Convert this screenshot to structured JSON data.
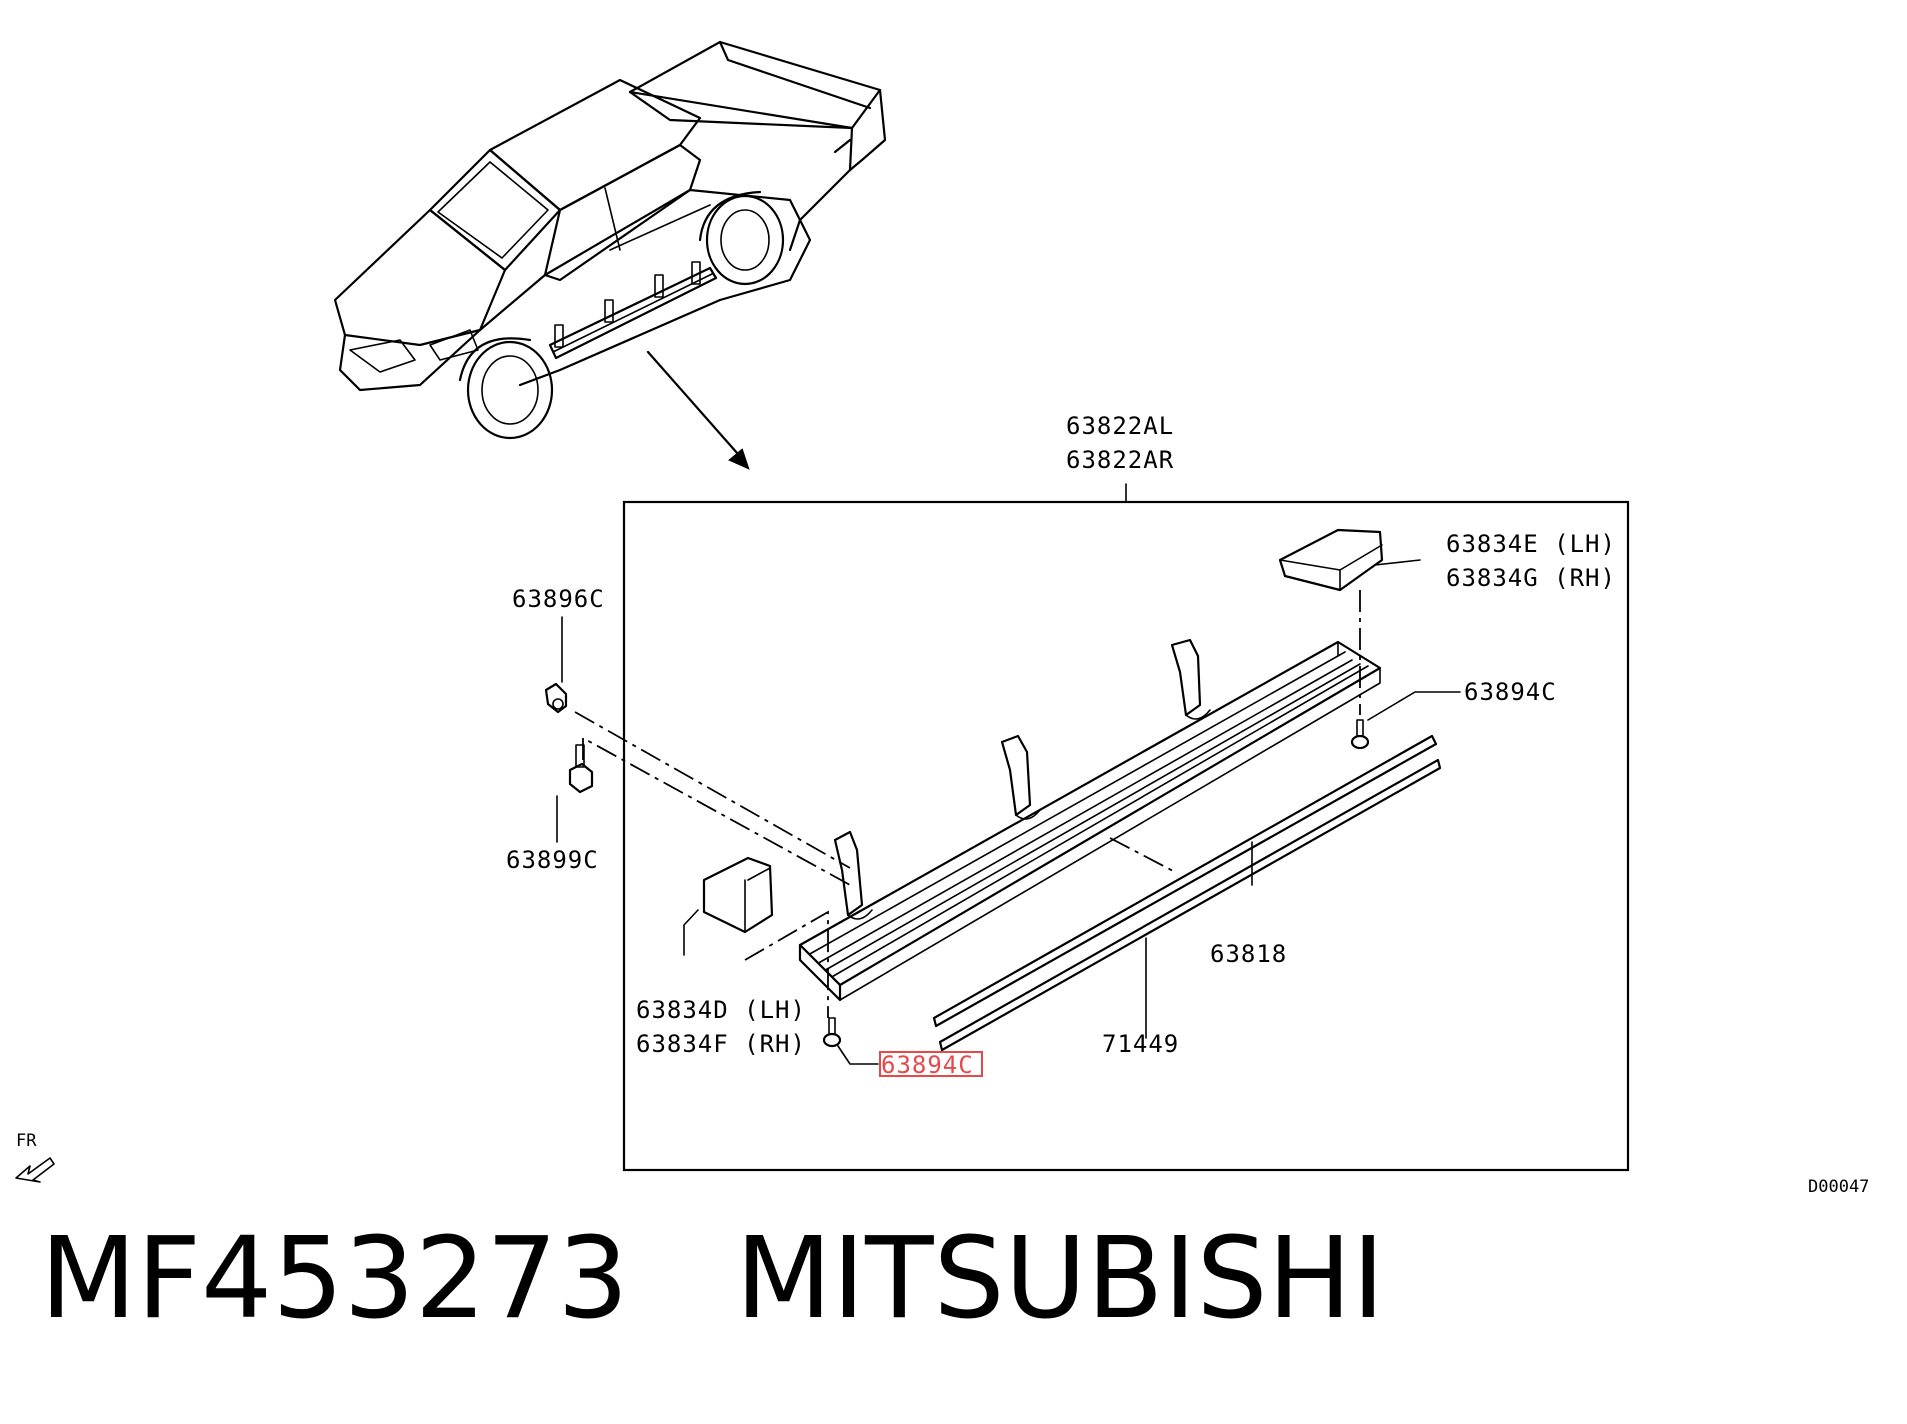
{
  "callouts": {
    "c63822a": "63822AL",
    "c63822b": "63822AR",
    "c63834e": "63834E (LH)",
    "c63834g": "63834G (RH)",
    "c63896c": "63896C",
    "c63894c_top": "63894C",
    "c63899c": "63899C",
    "c63818": "63818",
    "c63834d": "63834D (LH)",
    "c63834f": "63834F (RH)",
    "c71449": "71449",
    "c63894c_bottom": "63894C"
  },
  "highlight_color": "#e8484a",
  "orientation_marker": "FR",
  "diagram_code": "D00047",
  "caption": {
    "part_number": "MF453273",
    "brand": "MITSUBISHI"
  }
}
